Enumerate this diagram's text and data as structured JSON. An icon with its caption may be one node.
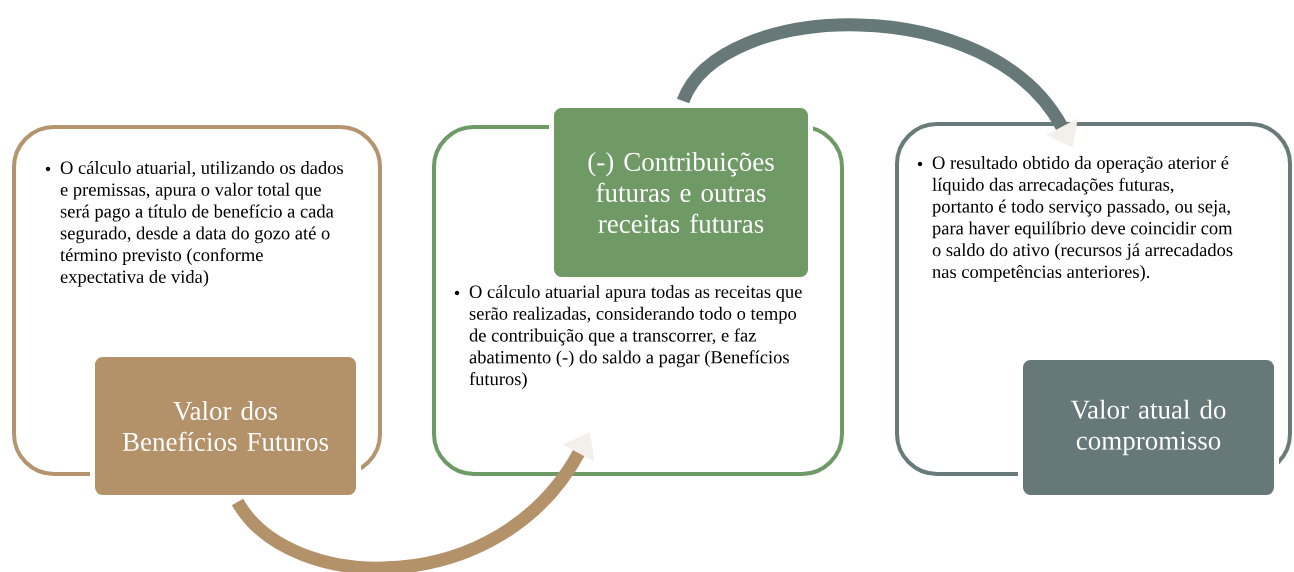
{
  "diagram": {
    "nodes": [
      {
        "text": [
          "O cálculo atuarial, utilizando os dados e premissas, apura o valor total que será pago a título de benefício a cada segurado, desde a data do gozo até o término previsto (conforme expectativa de vida)"
        ]
      },
      {
        "text": [
          "Valor dos Benefícios Futuros"
        ]
      },
      {
        "text": [
          "O cálculo atuarial apura todas as receitas que serão realizadas, considerando todo o tempo de contribuição que a transcorrer, e faz abatimento (-) do saldo a pagar (Benefícios futuros)"
        ]
      },
      {
        "text": [
          "(-) Contribuições futuras e outras receitas futuras"
        ]
      },
      {
        "text": [
          "O resultado obtido da operação aterior é líquido das arrecadações futuras, portanto é todo serviço passado, ou seja, para haver equilíbrio deve coincidir com o saldo do ativo (recursos já arrecadados nas competências anteriores)."
        ]
      },
      {
        "text": [
          "Valor atual do compromisso"
        ]
      }
    ],
    "edges": [
      {
        "from": 1,
        "to": 2,
        "arrow": "to",
        "color": "#b39169"
      },
      {
        "from": 3,
        "to": 4,
        "arrow": "to",
        "color": "#667878"
      }
    ]
  }
}
